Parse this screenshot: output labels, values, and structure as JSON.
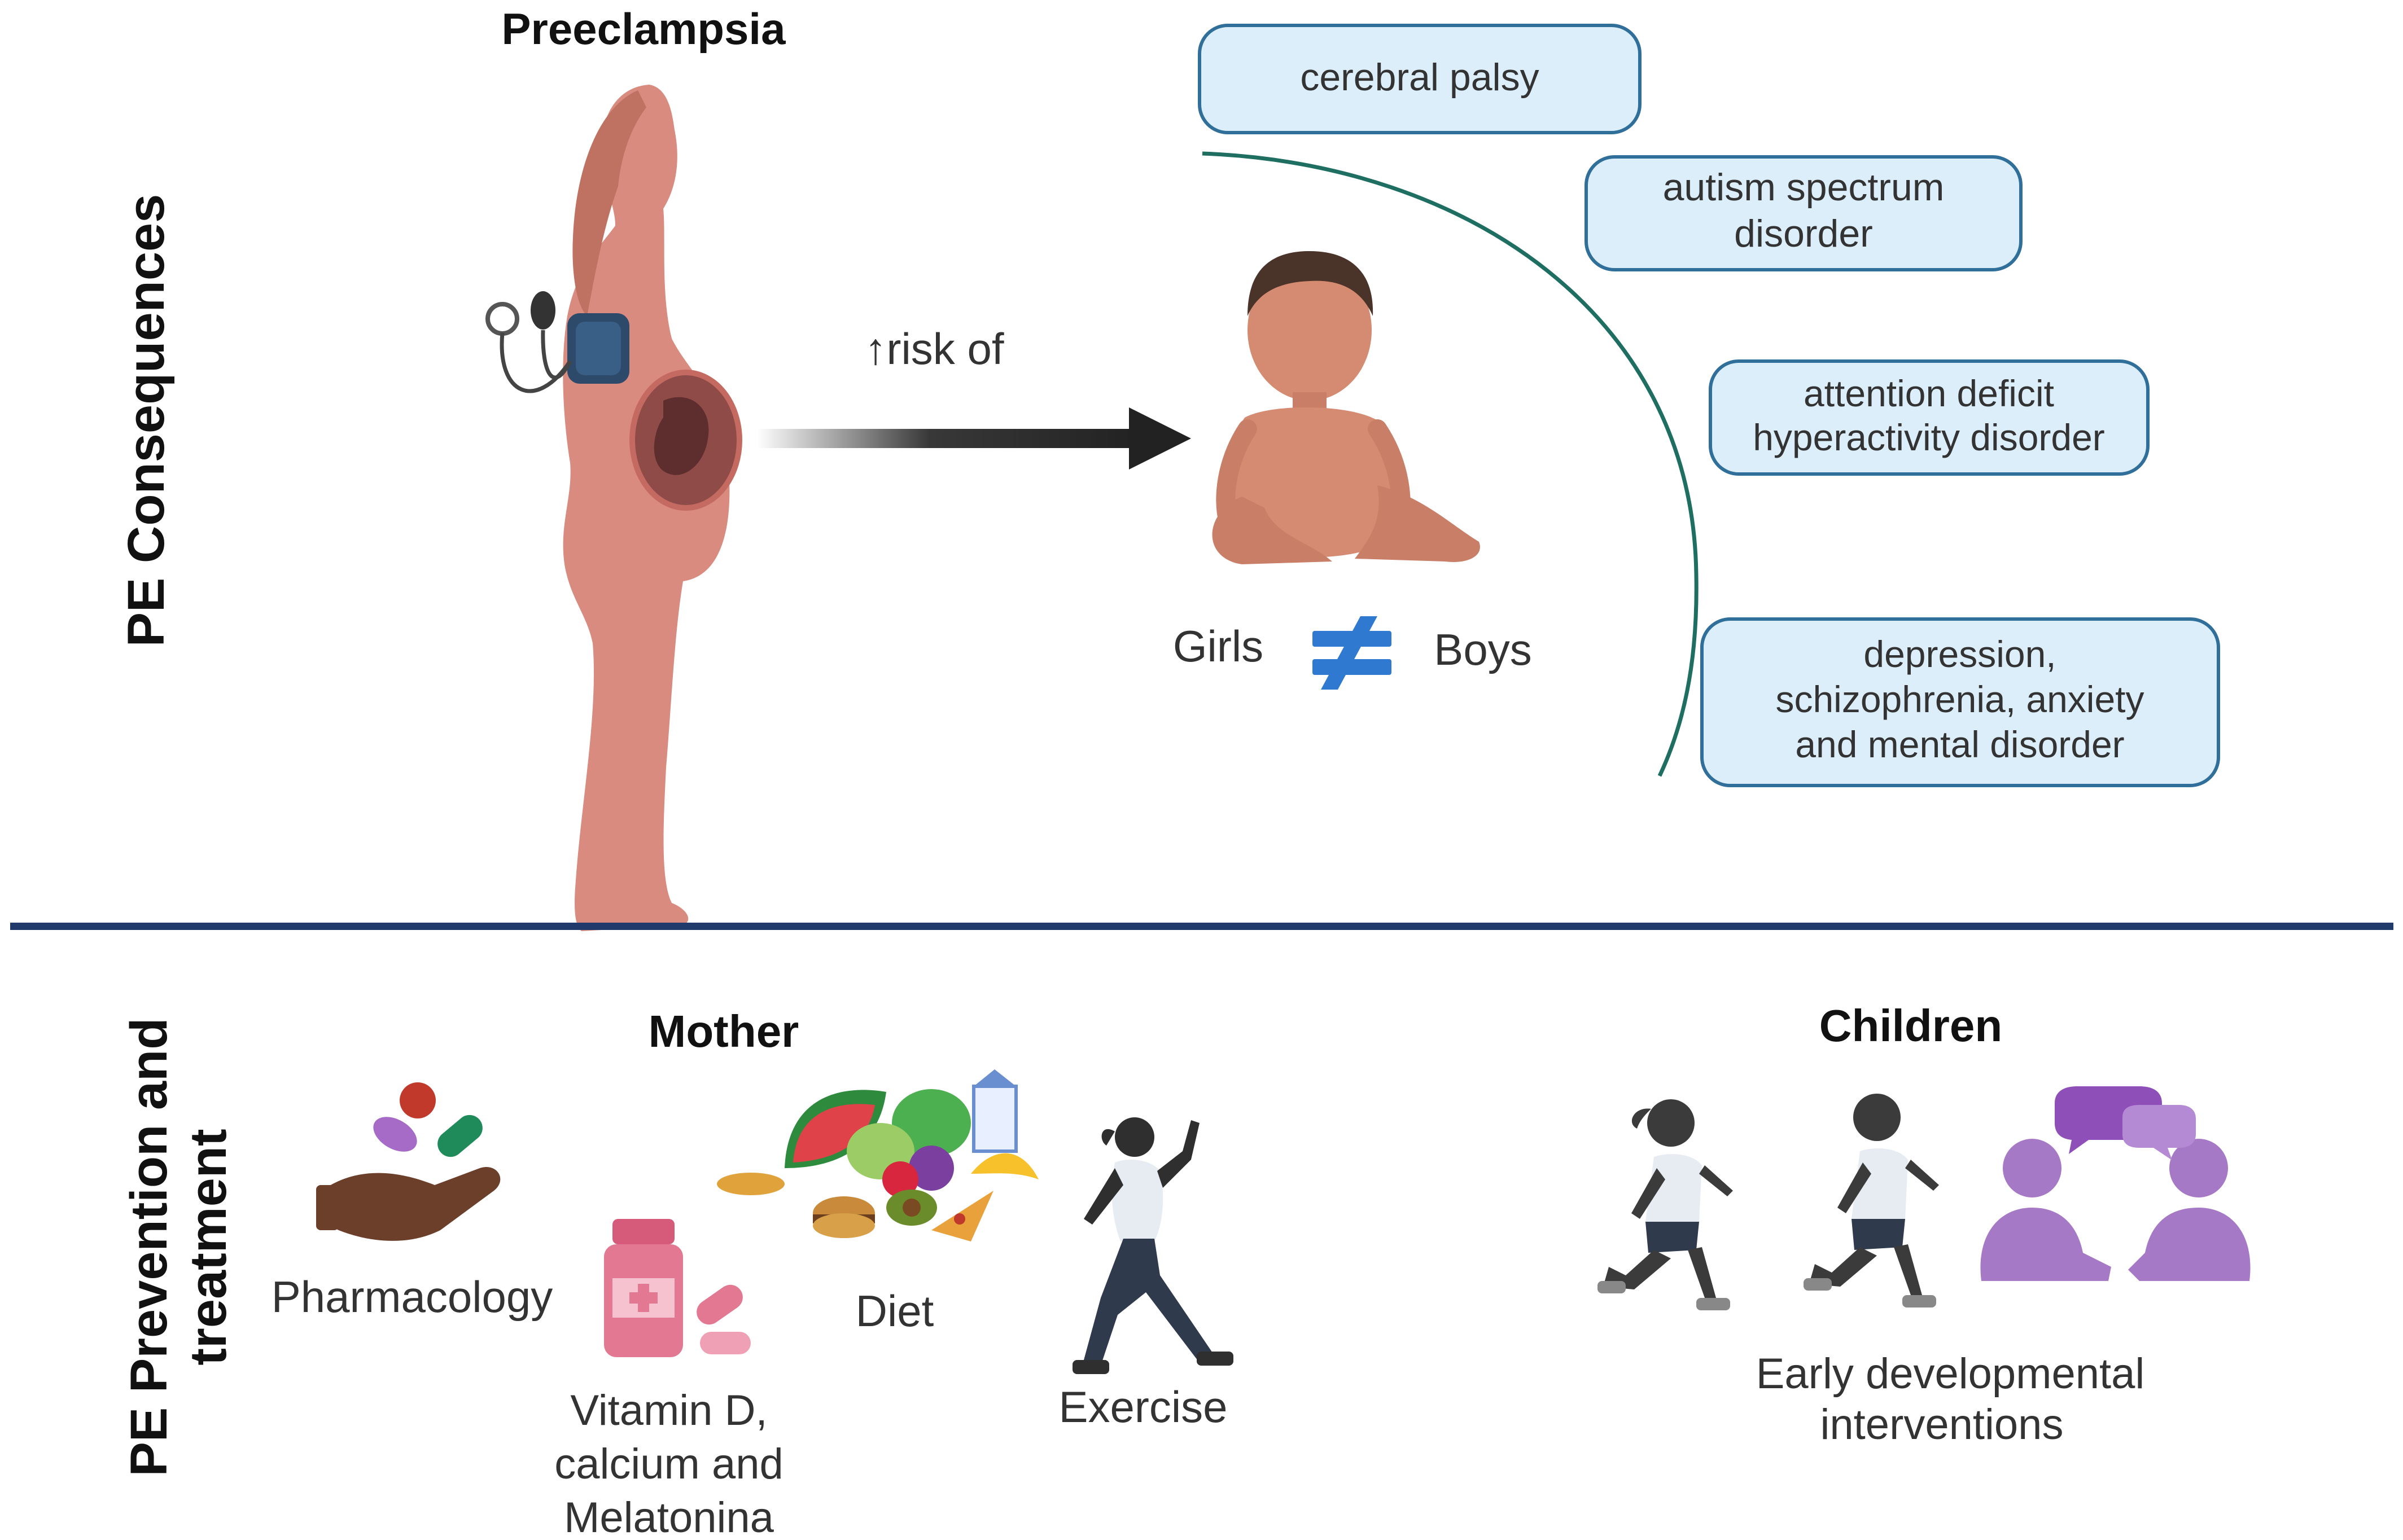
{
  "top_section": {
    "side_label": "PE Consequences",
    "title": "Preeclampsia",
    "arrow_label": "↑risk of",
    "girls_label": "Girls",
    "boys_label": "Boys",
    "outcomes": [
      {
        "lines": [
          "cerebral palsy"
        ]
      },
      {
        "lines": [
          "autism spectrum",
          "disorder"
        ]
      },
      {
        "lines": [
          "attention deficit",
          "hyperactivity disorder"
        ]
      },
      {
        "lines": [
          "depression,",
          "schizophrenia, anxiety",
          "and mental disorder"
        ]
      }
    ]
  },
  "bottom_section": {
    "side_label_lines": [
      "PE Prevention and",
      "treatment"
    ],
    "mother_title": "Mother",
    "children_title": "Children",
    "pharmacology_label": "Pharmacology",
    "supplements_lines": [
      "Vitamin D,",
      "calcium and",
      "Melatonina"
    ],
    "diet_label": "Diet",
    "exercise_label": "Exercise",
    "interventions_lines": [
      "Early developmental",
      "interventions"
    ]
  },
  "colors": {
    "divider": "#1f3a6b",
    "box_fill": "#dbeefa",
    "box_stroke": "#2f6f9a",
    "curve": "#1e6e62",
    "skin": "#d98b7f",
    "child_skin": "#d58a72",
    "neq_sign": "#2f7ad0",
    "child_runner": "#3b3b3b",
    "talk_purple": "#a679c7"
  },
  "icons": [
    "blood-pressure-cuff-icon",
    "pill-hand-icon",
    "supplement-bottle-icon",
    "food-icon",
    "runner-icon",
    "speech-bubble-icon"
  ]
}
